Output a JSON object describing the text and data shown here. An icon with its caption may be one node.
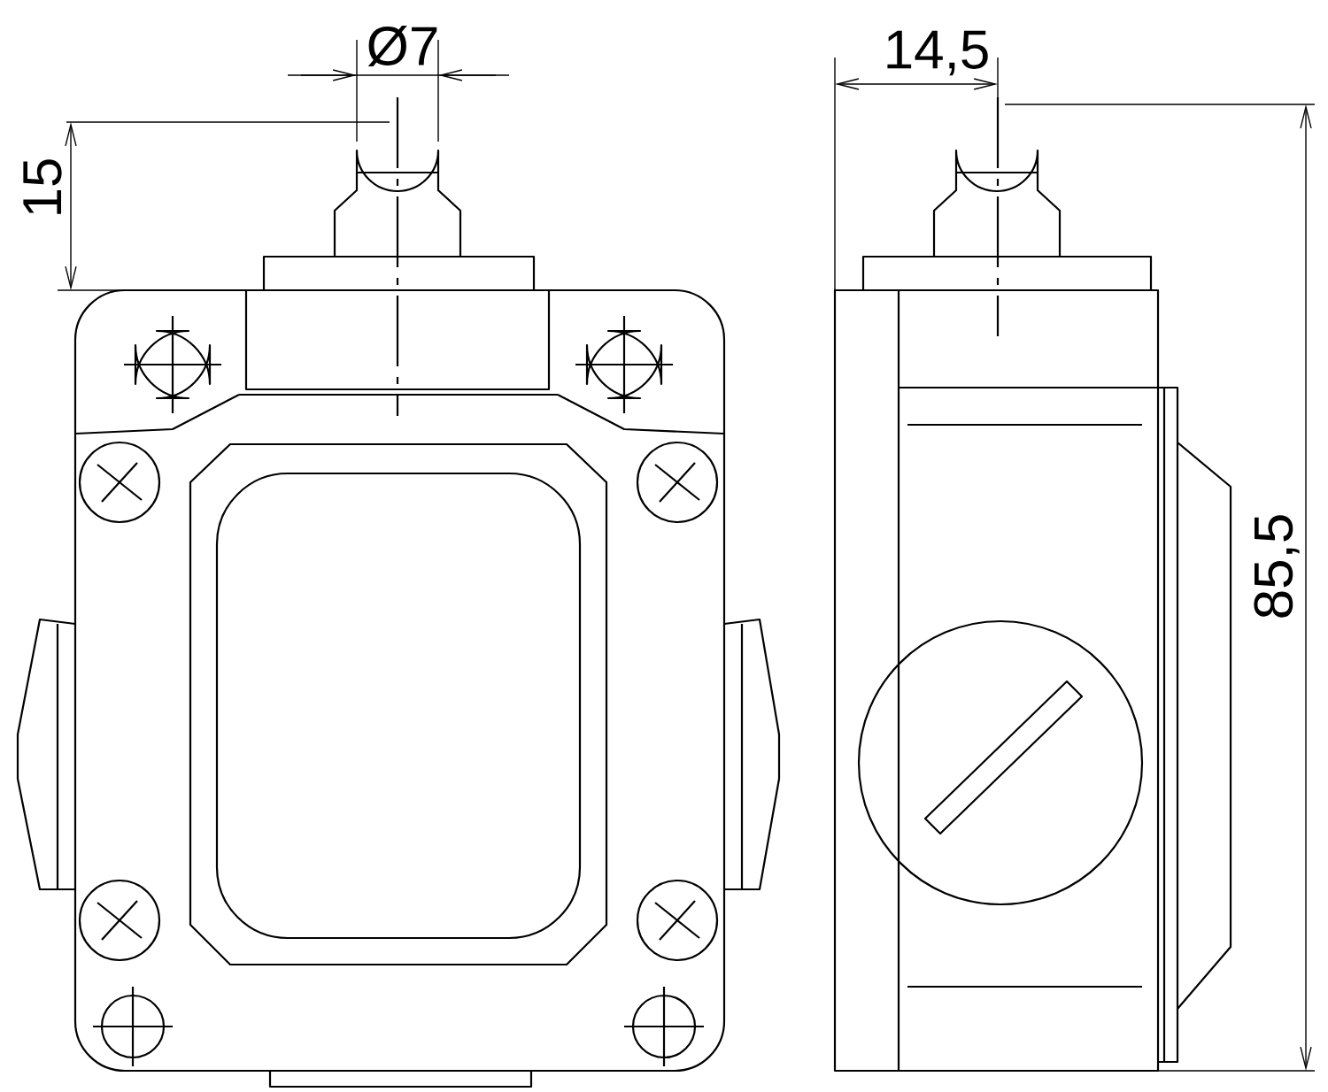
{
  "diagram": {
    "labels": [
      "Ø7",
      "14,5",
      "15",
      "85,5"
    ]
  }
}
